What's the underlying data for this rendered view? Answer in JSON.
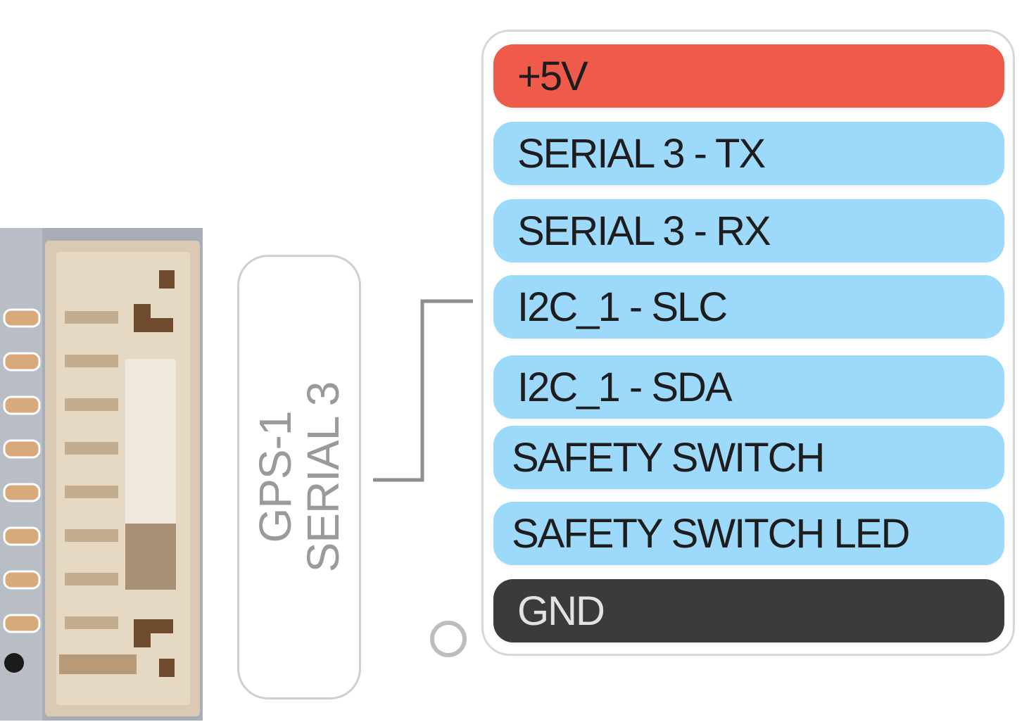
{
  "connector": {
    "pin_count": 8,
    "colors": {
      "body": "#d9cbb3",
      "shell_dark": "#6e4b2c",
      "board": "#a9adb6",
      "pin": "#d8a97a"
    }
  },
  "port_label": {
    "line1": "GPS-1",
    "line2": "SERIAL 3"
  },
  "pins": [
    {
      "label": "+5V",
      "color": "#f05a4a",
      "text_color": "#1d1d1d"
    },
    {
      "label": "SERIAL 3 - TX",
      "color": "#9dd9fb",
      "text_color": "#1d1d1d"
    },
    {
      "label": "SERIAL 3 - RX",
      "color": "#9dd9fb",
      "text_color": "#1d1d1d"
    },
    {
      "label": "I2C_1 - SLC",
      "color": "#9dd9fb",
      "text_color": "#1d1d1d"
    },
    {
      "label": "I2C_1 - SDA",
      "color": "#9dd9fb",
      "text_color": "#1d1d1d"
    },
    {
      "label": "SAFETY SWITCH",
      "color": "#9dd9fb",
      "text_color": "#1d1d1d"
    },
    {
      "label": "SAFETY SWITCH LED",
      "color": "#9dd9fb",
      "text_color": "#1d1d1d"
    },
    {
      "label": "GND",
      "color": "#3b3b3b",
      "text_color": "#e2e2e2"
    }
  ]
}
